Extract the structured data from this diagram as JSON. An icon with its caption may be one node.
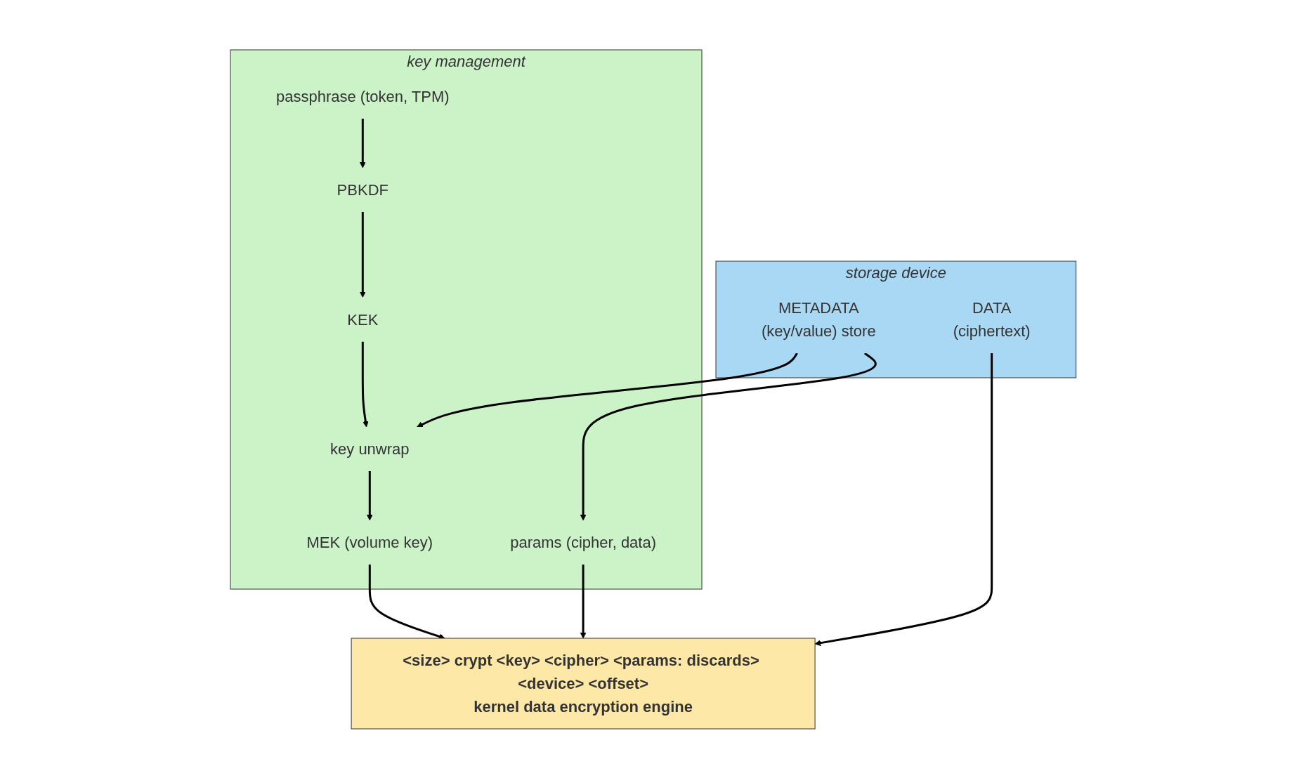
{
  "diagram": {
    "nodes": [
      {
        "text": [
          "key management"
        ]
      },
      {
        "text": [
          "passphrase (token, TPM)"
        ],
        "in": 0
      },
      {
        "text": [
          "PBKDF"
        ],
        "in": 0
      },
      {
        "text": [
          "KEK"
        ],
        "in": 0
      },
      {
        "text": [
          "key unwrap"
        ],
        "in": 0
      },
      {
        "text": [
          "MEK (volume key)"
        ],
        "in": 0
      },
      {
        "text": [
          "params (cipher, data)"
        ],
        "in": 0
      },
      {
        "text": [
          "storage device"
        ]
      },
      {
        "text": [
          "METADATA",
          "(key/value) store"
        ],
        "in": 7
      },
      {
        "text": [
          "DATA",
          "(ciphertext)"
        ],
        "in": 7
      },
      {
        "text": [
          "<size> crypt <key> <cipher> <params: discards> <device> <offset>",
          "kernel data encryption engine"
        ]
      }
    ],
    "edges": [
      {
        "from": 1,
        "to": 2,
        "arrow": "to"
      },
      {
        "from": 2,
        "to": 3,
        "arrow": "to"
      },
      {
        "from": 3,
        "to": 4,
        "arrow": "to"
      },
      {
        "from": 8,
        "to": 4,
        "arrow": "to"
      },
      {
        "from": 4,
        "to": 5,
        "arrow": "to"
      },
      {
        "from": 8,
        "to": 6,
        "arrow": "to"
      },
      {
        "from": 5,
        "to": 10,
        "arrow": "to"
      },
      {
        "from": 6,
        "to": 10,
        "arrow": "to"
      },
      {
        "from": 9,
        "to": 10,
        "arrow": "to"
      }
    ]
  }
}
